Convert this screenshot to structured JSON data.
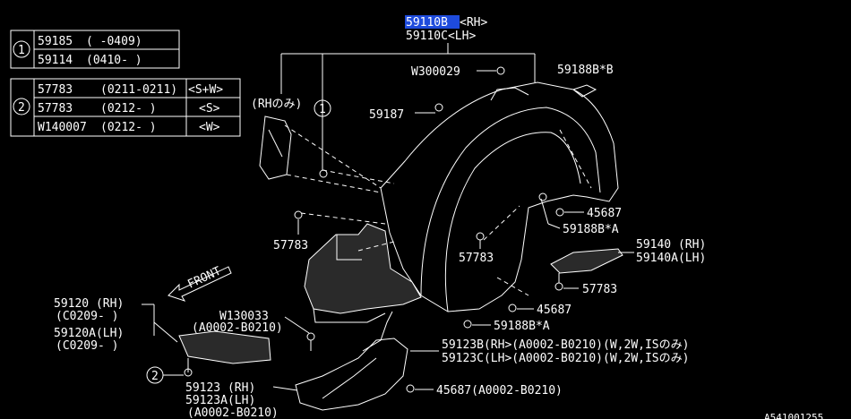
{
  "header": {
    "highlighted_part": "59110B",
    "rh_suffix": "<RH>",
    "lh_label": "59110C<LH>"
  },
  "legend_1": {
    "marker": "1",
    "rows": [
      {
        "part": "59185",
        "range": "(     -0409)"
      },
      {
        "part": "59114",
        "range": "(0410-      )"
      }
    ]
  },
  "legend_2": {
    "marker": "2",
    "rows": [
      {
        "part": "57783",
        "range": "(0211-0211)",
        "note": "<S+W>"
      },
      {
        "part": "57783",
        "range": "(0212-     )",
        "note": "<S>"
      },
      {
        "part": "W140007",
        "range": "(0212-     )",
        "note": "<W>"
      }
    ]
  },
  "callouts": {
    "w300029": "W300029",
    "p59188b_b": "59188B*B",
    "rh_note": "(RHのみ)",
    "ref_1": "1",
    "p59187": "59187",
    "p45687_a": "45687",
    "p59188b_a1": "59188B*A",
    "p57783_a": "57783",
    "p57783_b": "57783",
    "p59140_rh": "59140 (RH)",
    "p59140a_lh": "59140A(LH)",
    "p57783_c": "57783",
    "p45687_b": "45687",
    "p59188b_a2": "59188B*A",
    "front": "FRONT",
    "p59120_rh": "59120 (RH)",
    "p59120_range1": "(C0209-    )",
    "p59120a_lh": "59120A(LH)",
    "p59120_range2": "(C0209-    )",
    "w130033": "W130033",
    "w130033_range": "(A0002-B0210)",
    "ref_2": "2",
    "p59123_rh": "59123 (RH)",
    "p59123a_lh": "59123A(LH)",
    "p59123_range": "(A0002-B0210)",
    "p59123b": "59123B(RH>(A0002-B0210)(W,2W,ISのみ)",
    "p59123c": "59123C(LH>(A0002-B0210)(W,2W,ISのみ)",
    "p45687_c": "45687(A0002-B0210)",
    "corner_code": "A541001255"
  }
}
